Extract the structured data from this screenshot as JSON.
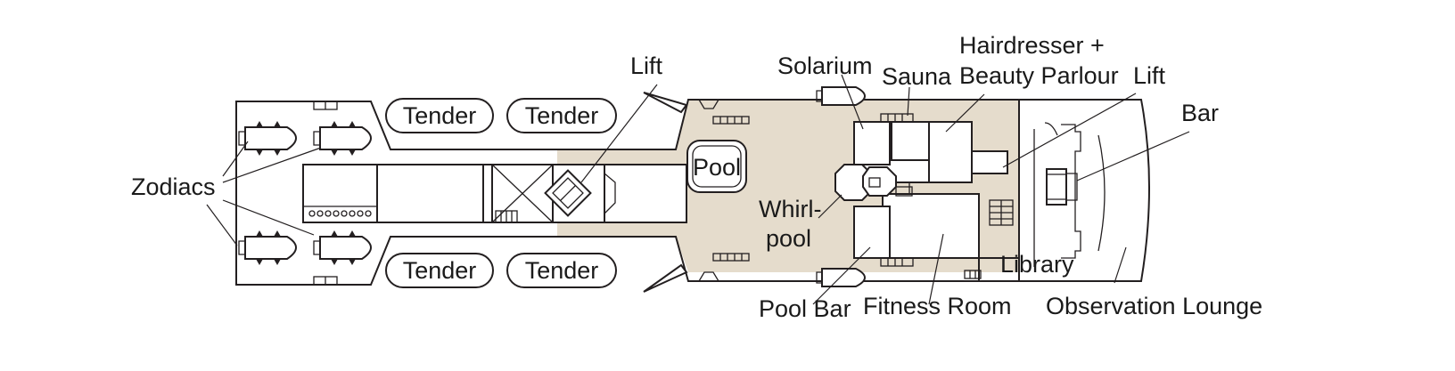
{
  "colors": {
    "deck_fill": "#e5dccc",
    "outline": "#231f20",
    "background": "#ffffff"
  },
  "labels": {
    "zodiacs": "Zodiacs",
    "tender": "Tender",
    "lift_fwd": "Lift",
    "pool": "Pool",
    "solarium": "Solarium",
    "sauna": "Sauna",
    "hairdresser_line1": "Hairdresser +",
    "hairdresser_line2": "Beauty Parlour",
    "lift_aft": "Lift",
    "bar": "Bar",
    "whirlpool_line1": "Whirl-",
    "whirlpool_line2": "pool",
    "library": "Library",
    "pool_bar": "Pool Bar",
    "fitness_room": "Fitness Room",
    "observation_lounge": "Observation Lounge"
  }
}
